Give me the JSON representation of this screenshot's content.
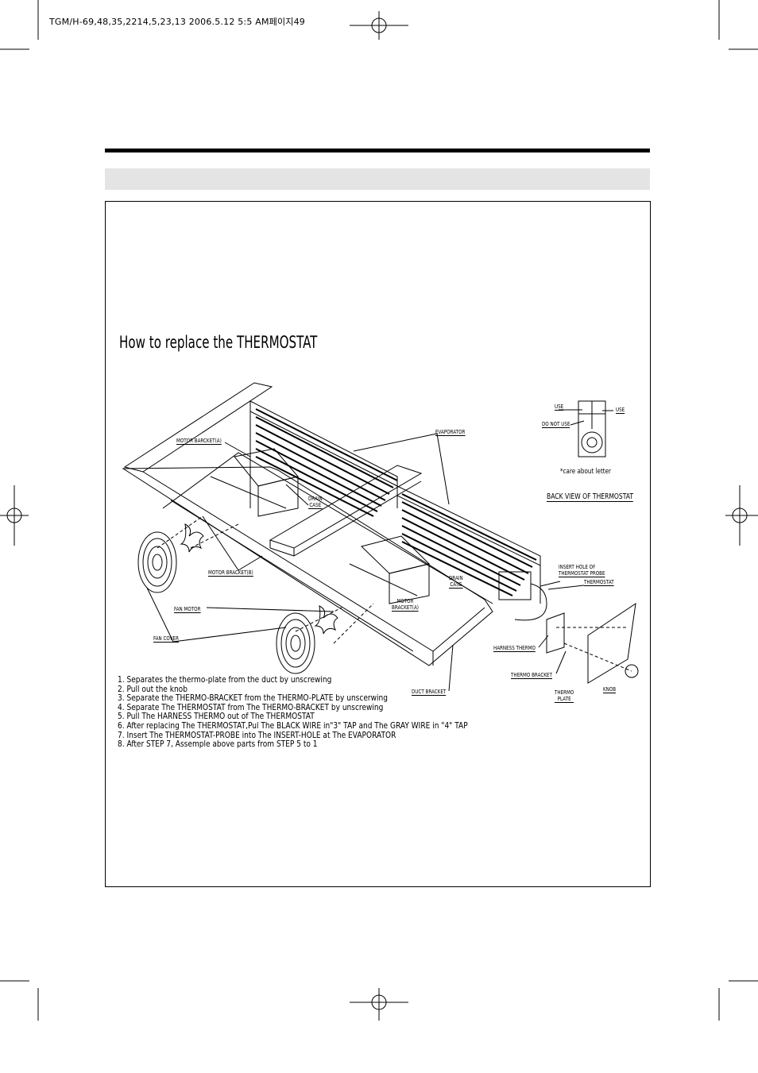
{
  "page_header": "TGM/H-69,48,35,2214,5,23,13  2006.5.12 5:5 AM페이지49",
  "section_title": "How to  replace the THERMOSTAT",
  "diagram_labels": {
    "evaporator": "EVAPORATOR",
    "motor_bracket_a_top": "MOTOR BARCKET(A)",
    "drain_case_1": [
      "DRAIN",
      "CASE"
    ],
    "drain_case_2": [
      "DRAIN",
      "CASE"
    ],
    "motor_bracket_b": "MOTOR BRACKET(B)",
    "motor_bracket_a_bottom": [
      "MOTOR",
      "BRACKET(A)"
    ],
    "fan_motor": "FAN MOTOR",
    "fan_cover": "FAN COVER",
    "duct_bracket": "DUCT BRACKET",
    "harness_thermo": "HARNESS THERMO",
    "thermo_bracket": "THERMO BRACKET",
    "thermo_plate": [
      "THERMO",
      "PLATE"
    ],
    "knob": "KNOB",
    "insert_hole": [
      "INSERT HOLE OF",
      "THERMOSTAT PROBE"
    ],
    "thermostat": "THERMOSTAT",
    "use_left": "USE",
    "use_right": "USE",
    "do_not_use": "DO NOT USE",
    "care_about_letter": "*care about letter",
    "back_view": "BACK VIEW OF THERMOSTAT"
  },
  "steps": [
    "1. Separates  the thermo-plate from the  duct by unscrewing",
    "2. Pull out the  knob",
    "3. Separate the THERMO-BRACKET from  the  THERMO-PLATE by unscerwing",
    "4. Separate  The THERMOSTAT from The THERMO-BRACKET by  unscrewing",
    "5. Pull The HARNESS THERMO out of  The  THERMOSTAT",
    "6. After  replacing  The THERMOSTAT,Pul  The BLACK WIRE in\"3\" TAP and  The  GRAY WIRE in \"4\" TAP",
    "7. Insert The THERMOSTAT-PROBE into The INSERT-HOLE at The  EVAPORATOR",
    "8. After  STEP 7, Assemple  above parts from STEP 5 to  1"
  ]
}
